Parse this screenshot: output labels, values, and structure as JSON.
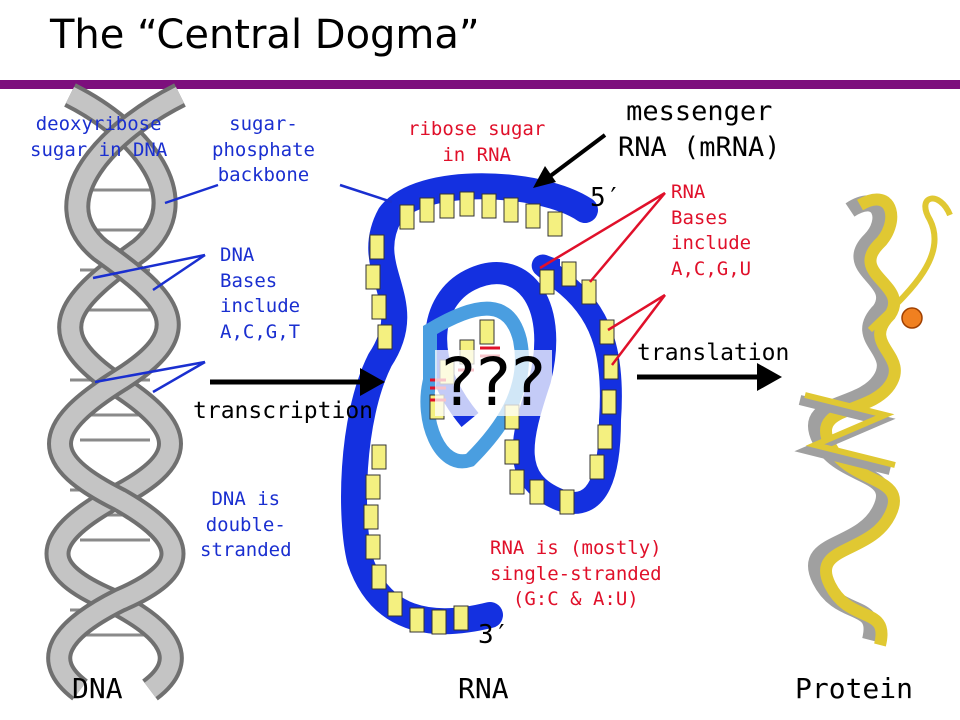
{
  "title": "The “Central Dogma”",
  "labels": {
    "deoxyribose": "deoxyribose\nsugar in DNA",
    "backbone": "sugar-\nphosphate\nbackbone",
    "ribose": "ribose sugar\nin RNA",
    "mrna": "messenger\nRNA (mRNA)",
    "dna_bases": "DNA\nBases\ninclude\nA,C,G,T",
    "rna_bases": "RNA\nBases\ninclude\nA,C,G,U",
    "dna_double": "DNA is\ndouble-\nstranded",
    "rna_single": "RNA is (mostly)\nsingle-stranded\n(G:C & A:U)",
    "five_prime": "5′",
    "three_prime": "3′",
    "question": "???",
    "transcription": "transcription",
    "translation": "translation"
  },
  "bottom": {
    "dna": "DNA",
    "rna": "RNA",
    "protein": "Protein"
  },
  "colors": {
    "title_bar": "#7d0f7d",
    "dna_label": "#1a2fd0",
    "rna_label": "#e0102a",
    "rna_backbone": "#1430e0",
    "rna_base": "#f4f080",
    "protein_main": "#e0c832",
    "protein_alt": "#a0a0a0"
  }
}
